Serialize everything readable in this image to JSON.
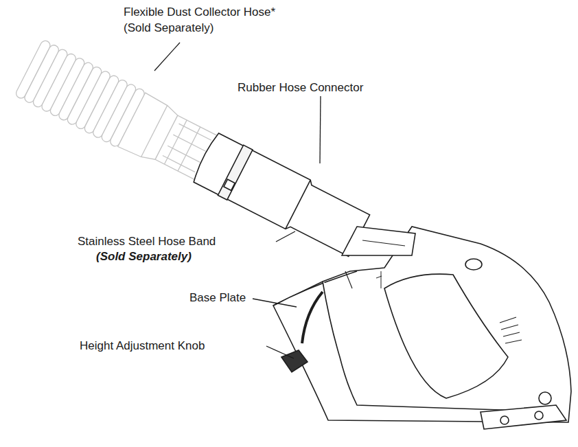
{
  "diagram": {
    "labels": [
      "Flexible Dust Collector Hose*",
      "(Sold Separately)",
      "Rubber Hose Connector",
      "Stainless Steel Hose Band",
      "(Sold Separately)",
      "Base Plate",
      "Height Adjustment Knob"
    ]
  }
}
